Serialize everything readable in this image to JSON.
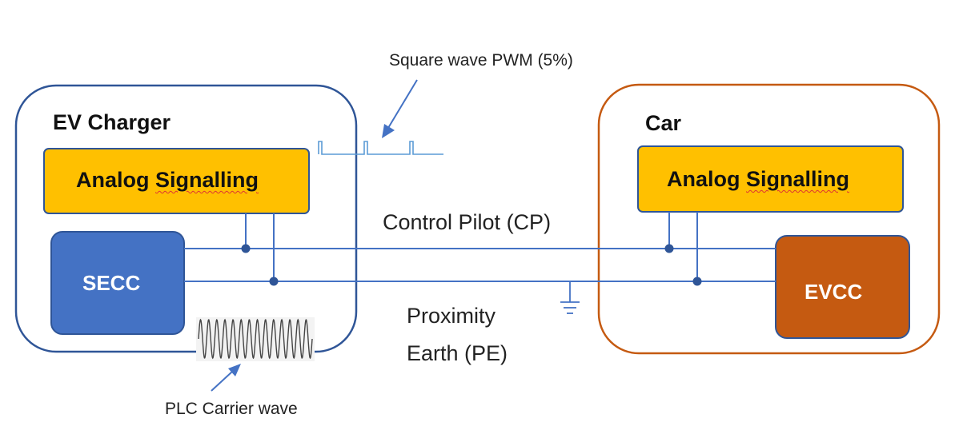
{
  "charger": {
    "title": "EV Charger",
    "analog_block": {
      "label_word1": "Analog",
      "label_word2": "Signalling"
    },
    "controller": {
      "label": "SECC"
    }
  },
  "car": {
    "title": "Car",
    "analog_block": {
      "label_word1": "Analog",
      "label_word2": "Signalling"
    },
    "controller": {
      "label": "EVCC"
    }
  },
  "annotations": {
    "pwm": "Square wave PWM (5%)",
    "plc": "PLC Carrier wave",
    "control_pilot": "Control Pilot (CP)",
    "proximity_line1": "Proximity",
    "proximity_line2": "Earth (PE)"
  },
  "colors": {
    "charger_border": "#2f5597",
    "car_border": "#c55a11",
    "analog_fill": "#ffc000",
    "analog_border": "#2f5597",
    "secc_fill": "#4472c4",
    "evcc_fill": "#c55a11",
    "wire": "#4472c4",
    "pwm_wave": "#5b9bd5"
  }
}
